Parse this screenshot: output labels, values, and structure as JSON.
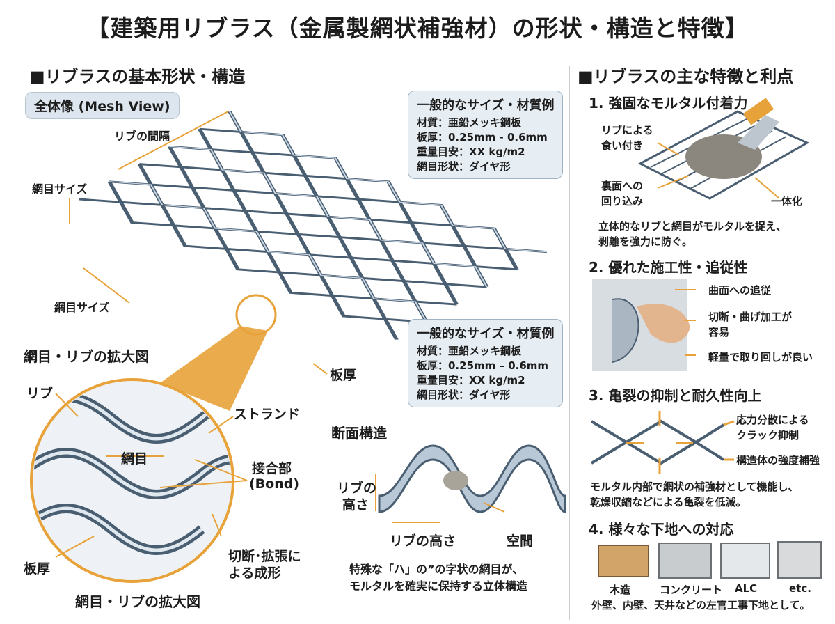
{
  "title": "【建築用リブラス（金属製網状補強材）の形状・構造と特徴】",
  "left": {
    "heading": "■リブラスの基本形状・構造",
    "mesh_view_label": "全体像 (Mesh View)",
    "labels": {
      "rib_spacing": "リブの間隔",
      "mesh_size_1": "網目サイズ",
      "mesh_size_2": "網目サイズ",
      "thickness": "板厚"
    },
    "spec_box_1": {
      "title": "一般的なサイズ・材質例",
      "lines": [
        "材質：亜鉛メッキ鋼板",
        "板厚：0.25mm - 0.6mm",
        "重量目安：XX kg/m2",
        "網目形状：ダイヤ形"
      ]
    },
    "spec_box_2": {
      "title": "一般的なサイズ・材質例",
      "lines": [
        "材質：亜鉛メッキ鋼板",
        "板厚：0.25mm – 0.6mm",
        "重量目安：XX kg/m2",
        "網目形状：ダイヤ形"
      ]
    },
    "zoom": {
      "heading": "網目・リブの拡大図",
      "caption": "網目・リブの拡大図",
      "rib": "リブ",
      "strand": "ストランド",
      "mesh": "網目",
      "bond_1": "接合部",
      "bond_2": "(Bond)",
      "thickness": "板厚",
      "formed_1": "切断･拡張に",
      "formed_2": "よる成形"
    },
    "section": {
      "heading": "断面構造",
      "rib_height_1": "リブの",
      "rib_height_2": "高さ",
      "rib_height_bottom": "リブの高さ",
      "space": "空間",
      "note_1": "特殊な「ハ」の”の字状の網目が、",
      "note_2": "モルタルを確実に保持する立体構造"
    }
  },
  "right": {
    "heading": "■リブラスの主な特徴と利点",
    "f1": {
      "heading": "1. 強固なモルタル付着力",
      "bite_1": "リブによる",
      "bite_2": "食い付き",
      "back_1": "裏面への",
      "back_2": "回り込み",
      "unify": "一体化",
      "text_1": "立体的なリブと網目がモルタルを捉え、",
      "text_2": "剥離を強力に防ぐ。"
    },
    "f2": {
      "heading": "2. 優れた施工性・追従性",
      "curve": "曲面への追従",
      "cut_1": "切断・曲げ加工が",
      "cut_2": "容易",
      "light": "軽量で取り回しが良い"
    },
    "f3": {
      "heading": "3. 亀裂の抑制と耐久性向上",
      "stress_1": "応力分散による",
      "stress_2": "クラック抑制",
      "reinforce": "構造体の強度補強",
      "text_1": "モルタル内部で網状の補強材として機能し、",
      "text_2": "乾燥収縮などによる亀裂を低減。"
    },
    "f4": {
      "heading": "4. 様々な下地への対応",
      "items": [
        "木造",
        "コンクリート",
        "ALC",
        "etc."
      ],
      "text": "外壁、内壁、天井などの左官工事下地として。"
    }
  },
  "colors": {
    "accent": "#e8a23a",
    "steel_light": "#c9d6e3",
    "steel_dark": "#4a5e72",
    "box_bg": "#e6edf3"
  }
}
